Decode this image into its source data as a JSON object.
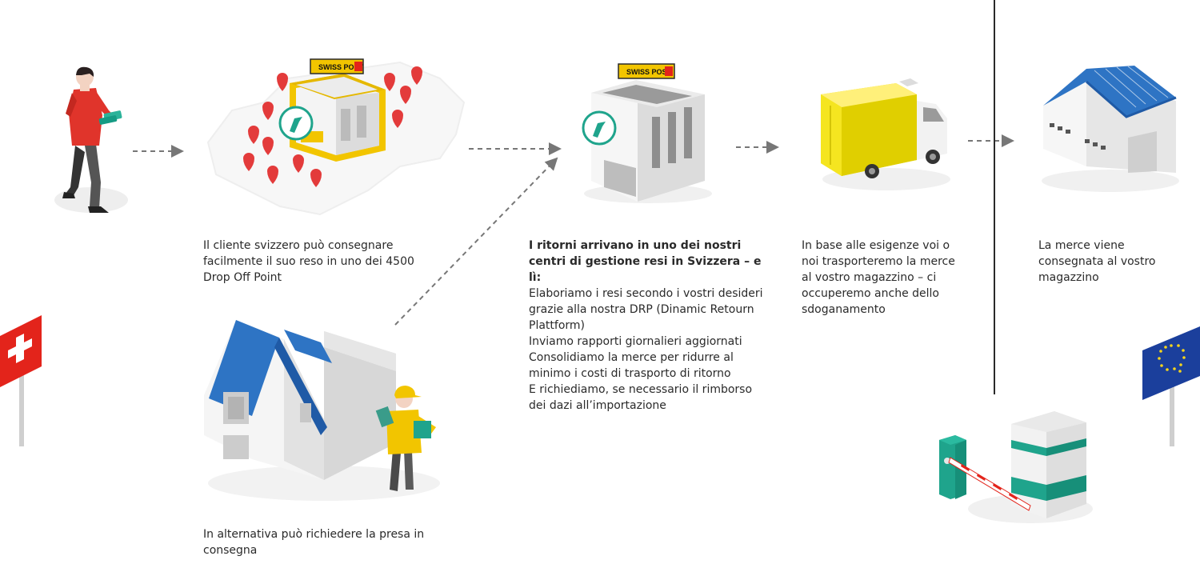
{
  "labels": {
    "post_brand": "SWISS POST"
  },
  "steps": {
    "dropoff": "Il cliente svizzero può consegnare facilmente il suo reso in uno dei 4500 Drop Off Point",
    "pickup": "In alternativa può richiedere la presa in consegna",
    "centers_heading": "I ritorni arrivano in uno dei nostri centri di gestione resi in Svizzera – e lì:",
    "centers_p1": "Elaboriamo i resi secondo i vostri desideri grazie alla nostra DRP (Dinamic Retourn Plattform)",
    "centers_p2": "Inviamo rapporti giornalieri aggiornati",
    "centers_p3": "Consolidiamo la merce per ridurre al minimo i costi di trasporto di ritorno",
    "centers_p4": "E richiediamo, se necessario il rimborso dei dazi all’importazione",
    "transport": "In base alle esigenze voi o noi trasporteremo la merce al vostro magazzino – ci occuperemo anche dello sdoganamento",
    "delivered": "La merce viene consegnata al vostro magazzino"
  },
  "colors": {
    "post_yellow": "#f2c500",
    "roof_blue": "#2e74c4",
    "teal": "#1fa48c",
    "swiss_red": "#e3241b",
    "eu_blue": "#1b3f9c",
    "eu_star": "#f6d51b",
    "pin_red": "#e33b3b",
    "shirt_red": "#e0342b",
    "arrow_gray": "#777777"
  }
}
